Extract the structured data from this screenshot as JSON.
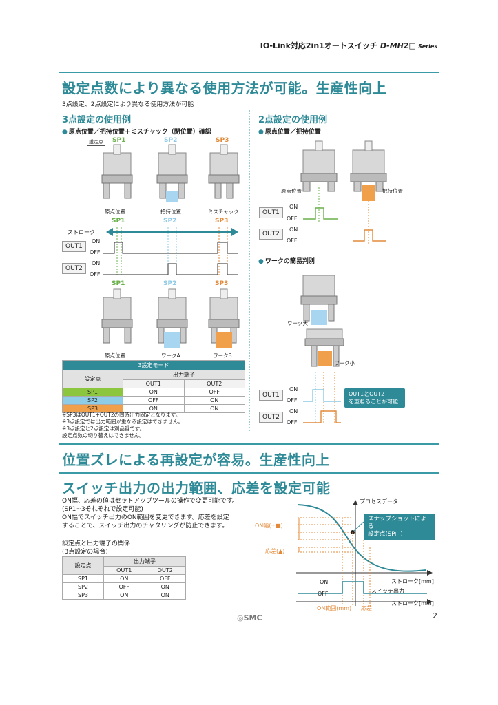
{
  "header": {
    "title": "IO-Link対応2in1オートスイッチ",
    "model": "D-MH2□",
    "series": "Series"
  },
  "section1": {
    "title": "設定点数により異なる使用方法が可能。生産性向上",
    "subtitle": "3点設定、2点設定により異なる使用方法が可能"
  },
  "three_point": {
    "heading": "3点設定の使用例",
    "bullet": "原点位置／把持位置＋ミスチャック（閉位置）確認",
    "tag": "設定点",
    "sp_labels": [
      "SP1",
      "SP2",
      "SP3"
    ],
    "positions_top": [
      "原点位置",
      "把持位置",
      "ミスチャック"
    ],
    "stroke": "ストローク",
    "out1": "OUT1",
    "out2": "OUT2",
    "on": "ON",
    "off": "OFF",
    "positions_bottom": [
      "原点位置",
      "ワークA",
      "ワークB"
    ],
    "table": {
      "mode": "3設定モード",
      "col_setpoint": "設定点",
      "col_terminal": "出力端子",
      "col_out1": "OUT1",
      "col_out2": "OUT2",
      "rows": [
        [
          "SP1",
          "ON",
          "OFF"
        ],
        [
          "SP2",
          "OFF",
          "ON"
        ],
        [
          "SP3",
          "ON",
          "ON"
        ]
      ]
    },
    "notes": [
      "※SP3はOUT1+OUT2の同時出力固定となります。",
      "※3点設定では出力範囲が重なる設定はできません。",
      "※3点設定と2点設定は別品番です。",
      "設定点数の切り替えはできません。"
    ]
  },
  "two_point": {
    "heading": "2点設定の使用例",
    "bullet1": "原点位置／把持位置",
    "pos_origin": "原点位置",
    "pos_grip": "把持位置",
    "out1": "OUT1",
    "out2": "OUT2",
    "on": "ON",
    "off": "OFF",
    "bullet2": "ワークの簡易判別",
    "work_large": "ワーク大",
    "work_small": "ワーク小",
    "callout_line1": "OUT1とOUT2",
    "callout_line2": "を重ねることが可能"
  },
  "section2": {
    "title": "位置ズレによる再設定が容易。生産性向上"
  },
  "section3": {
    "title": "スイッチ出力の出力範囲、応差を設定可能",
    "body": [
      "ON幅、応差の値はセットアップツールの操作で変更可能です。",
      "(SP1~3それぞれで設定可能)",
      "ON幅でスイッチ出力のON範囲を変更できます。応差を設定",
      "することで、スイッチ出力のチャタリングが防止できます。"
    ],
    "table_title1": "設定点と出力端子の関係",
    "table_title2": "(3点設定の場合)",
    "table": {
      "col_setpoint": "設定点",
      "col_terminal": "出力端子",
      "col_out1": "OUT1",
      "col_out2": "OUT2",
      "rows": [
        [
          "SP1",
          "ON",
          "OFF"
        ],
        [
          "SP2",
          "OFF",
          "ON"
        ],
        [
          "SP3",
          "ON",
          "ON"
        ]
      ]
    },
    "graph": {
      "process_data": "プロセスデータ",
      "on_width": "ON幅(±■)",
      "hysteresis": "応差(▲)",
      "snapshot_line1": "スナップショットによる",
      "snapshot_line2": "設定点(SP□)",
      "stroke_mm1": "ストローク[mm]",
      "on": "ON",
      "off": "OFF",
      "switch_output": "スイッチ出力",
      "on_range": "ON範囲(mm)",
      "hysteresis2": "応差",
      "stroke_mm2": "ストローク[mm]"
    }
  },
  "footer": {
    "logo": "SMC",
    "page": "2"
  },
  "colors": {
    "teal": "#2e8a97",
    "sp1": "#8cc63f",
    "sp2": "#8ecde8",
    "sp3": "#f0a04b"
  }
}
